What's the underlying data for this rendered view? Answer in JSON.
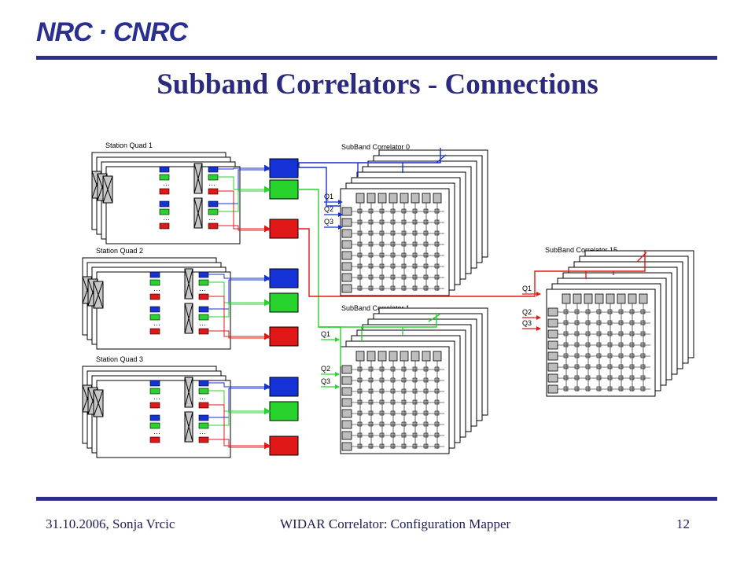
{
  "logo": "NRC · CNRC",
  "title": "Subband Correlators - Connections",
  "footer": {
    "left": "31.10.2006, Sonja Vrcic",
    "center": "WIDAR Correlator: Configuration Mapper",
    "page": "12"
  },
  "diagram": {
    "station_quads": [
      "Station Quad 1",
      "Station Quad 2",
      "Station Quad 3"
    ],
    "correlators": [
      "SubBand Correlator 0",
      "SubBand Correlator 1",
      "SubBand Correlator 15"
    ],
    "inputs": [
      "Q1",
      "Q2",
      "Q3"
    ],
    "ellipsis": "…",
    "colors": {
      "blue": "#1532d6",
      "green": "#27d32c",
      "red": "#e01818",
      "title_blue": "#2a2a7e"
    }
  }
}
